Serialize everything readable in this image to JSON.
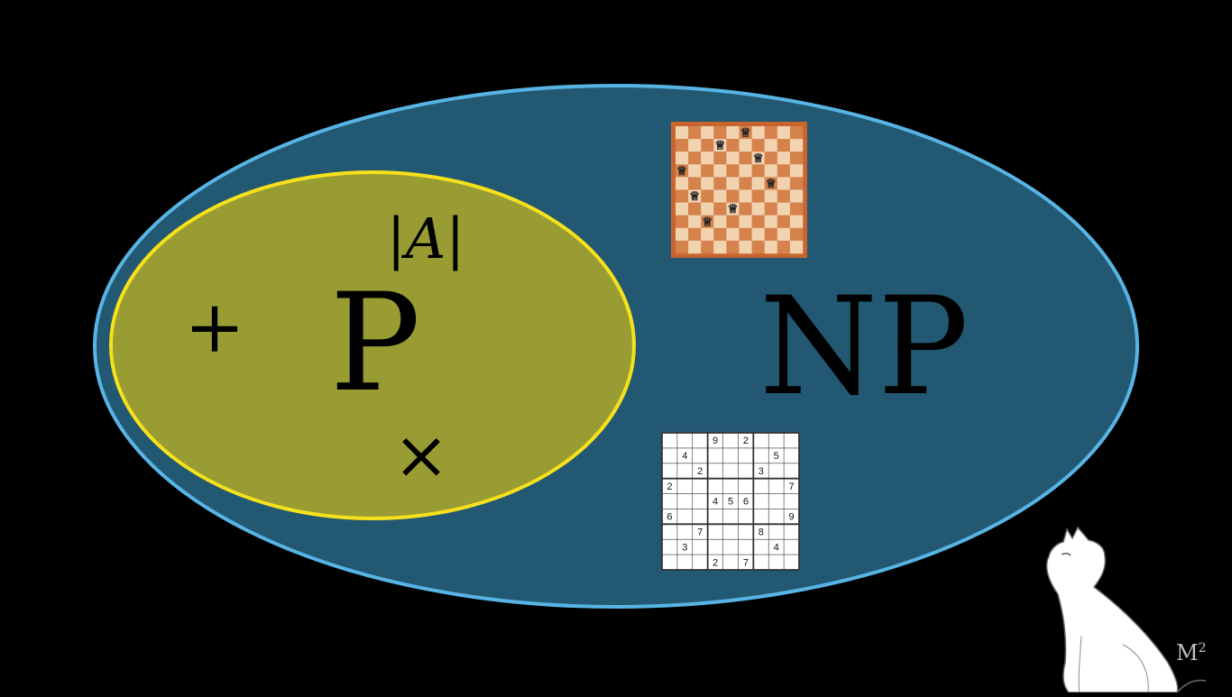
{
  "colors": {
    "background": "#000000",
    "np_fill": "#235872",
    "np_stroke": "#58b4e4",
    "p_fill": "#999c32",
    "p_stroke": "#f6e11c",
    "text": "#000000",
    "chess_light": "#f2d3b0",
    "chess_dark": "#d5824c",
    "chess_border": "#c8642e"
  },
  "labels": {
    "np": "NP",
    "p": "P",
    "abs_a": "|A|",
    "plus": "+",
    "times": "×"
  },
  "chessboard": {
    "size": 10,
    "queens": [
      {
        "row": 0,
        "col": 5
      },
      {
        "row": 1,
        "col": 3
      },
      {
        "row": 2,
        "col": 6
      },
      {
        "row": 3,
        "col": 0
      },
      {
        "row": 4,
        "col": 7
      },
      {
        "row": 5,
        "col": 1
      },
      {
        "row": 6,
        "col": 4
      },
      {
        "row": 7,
        "col": 2
      }
    ],
    "queen_icon": "queen-icon"
  },
  "sudoku": {
    "grid": [
      [
        "",
        "",
        "",
        "9",
        "",
        "2",
        "",
        "",
        ""
      ],
      [
        "",
        "4",
        "",
        "",
        "",
        "",
        "",
        "5",
        ""
      ],
      [
        "",
        "",
        "2",
        "",
        "",
        "",
        "3",
        "",
        ""
      ],
      [
        "2",
        "",
        "",
        "",
        "",
        "",
        "",
        "",
        "7"
      ],
      [
        "",
        "",
        "",
        "4",
        "5",
        "6",
        "",
        "",
        ""
      ],
      [
        "6",
        "",
        "",
        "",
        "",
        "",
        "",
        "",
        "9"
      ],
      [
        "",
        "",
        "7",
        "",
        "",
        "",
        "8",
        "",
        ""
      ],
      [
        "",
        "3",
        "",
        "",
        "",
        "",
        "",
        "4",
        ""
      ],
      [
        "",
        "",
        "",
        "2",
        "",
        "7",
        "",
        "",
        ""
      ]
    ]
  },
  "watermark": {
    "base": "M",
    "exp": "2"
  },
  "mascot_icon": "cat-icon"
}
